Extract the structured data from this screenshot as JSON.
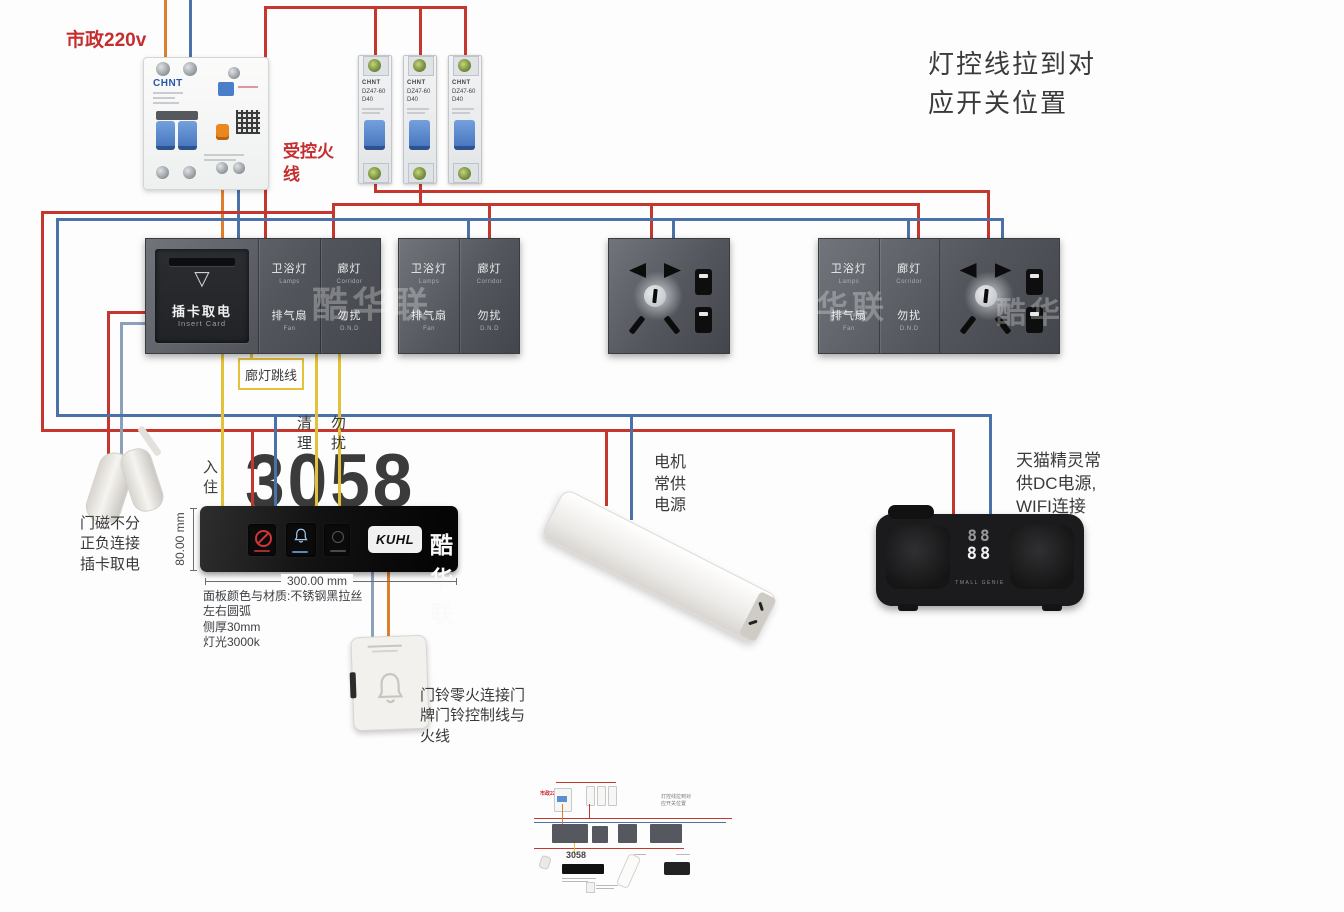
{
  "colors": {
    "wire_red": "#c5372c",
    "wire_blue": "#4a72a8",
    "wire_blue_light": "#8da0ba",
    "wire_orange": "#dd7f2f",
    "wire_yellow": "#e3c23a",
    "label_red": "#c42e2e"
  },
  "notes": {
    "mains": "市政220v",
    "controlled_live": "受控火\n线",
    "light_control": "灯控线拉到对\n应开关位置",
    "corridor_jumper": "廊灯跳线",
    "door_magnet": "门磁不分\n正负连接\n插卡取电",
    "doorbell": "门铃零火连接门\n牌门铃控制线与\n火线",
    "motor": "电机\n常供\n电源",
    "genie": "天猫精灵常\n供DC电源,\nWIFI连接"
  },
  "breakers": {
    "main_brand": "CHNT",
    "mini_brand": "CHNT",
    "mini_model": "DZ47-60",
    "mini_rating": "D40"
  },
  "switches": {
    "insert_card_cn": "插卡取电",
    "insert_card_en": "Insert Card",
    "bathroom_cn": "卫浴灯",
    "bathroom_en": "Lamps",
    "corridor_cn": "廊灯",
    "corridor_en": "Corridor",
    "fan_cn": "排气扇",
    "fan_en": "Fan",
    "dnd_cn": "勿扰",
    "dnd_en": "D.N.D"
  },
  "watermark": {
    "full": "酷华联",
    "left": "华联",
    "right": "酷华"
  },
  "plate": {
    "room_number": "3058",
    "checkin": "入\n住",
    "clean": "清\n理",
    "dnd": "勿\n扰",
    "brand_en": "KUHL",
    "brand_cn": "酷华联",
    "dim_height": "80.00 mm",
    "dim_width": "300.00 mm",
    "specs": "面板颜色与材质:不锈钢黑拉丝\n左右圆弧\n侧厚30mm\n灯光3000k"
  },
  "genie": {
    "display_top": "88",
    "display_bottom": "88",
    "brand": "TMALL GENIE"
  }
}
